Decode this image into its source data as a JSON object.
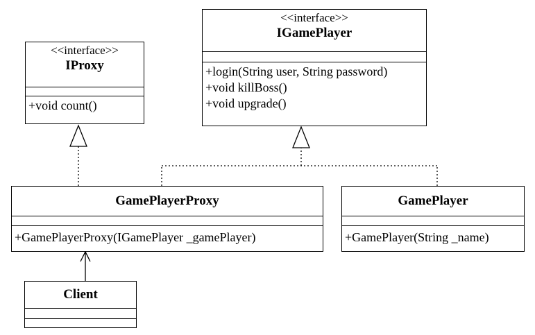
{
  "classes": {
    "iproxy": {
      "stereotype": "<<interface>>",
      "name": "IProxy",
      "operations": [
        "+void count()"
      ]
    },
    "igameplayer": {
      "stereotype": "<<interface>>",
      "name": "IGamePlayer",
      "operations": [
        "+login(String user, String password)",
        "+void killBoss()",
        "+void upgrade()"
      ]
    },
    "gameplayerproxy": {
      "name": "GamePlayerProxy",
      "operations": [
        "+GamePlayerProxy(IGamePlayer _gamePlayer)"
      ]
    },
    "gameplayer": {
      "name": "GamePlayer",
      "operations": [
        "+GamePlayer(String _name)"
      ]
    },
    "client": {
      "name": "Client",
      "operations": []
    }
  },
  "relations": [
    {
      "type": "realization",
      "from": "GamePlayerProxy",
      "to": "IProxy"
    },
    {
      "type": "realization",
      "from": "GamePlayerProxy",
      "to": "IGamePlayer"
    },
    {
      "type": "realization",
      "from": "GamePlayer",
      "to": "IGamePlayer"
    },
    {
      "type": "association",
      "from": "Client",
      "to": "GamePlayerProxy"
    }
  ],
  "colors": {
    "line": "#000000",
    "fill": "#ffffff"
  }
}
